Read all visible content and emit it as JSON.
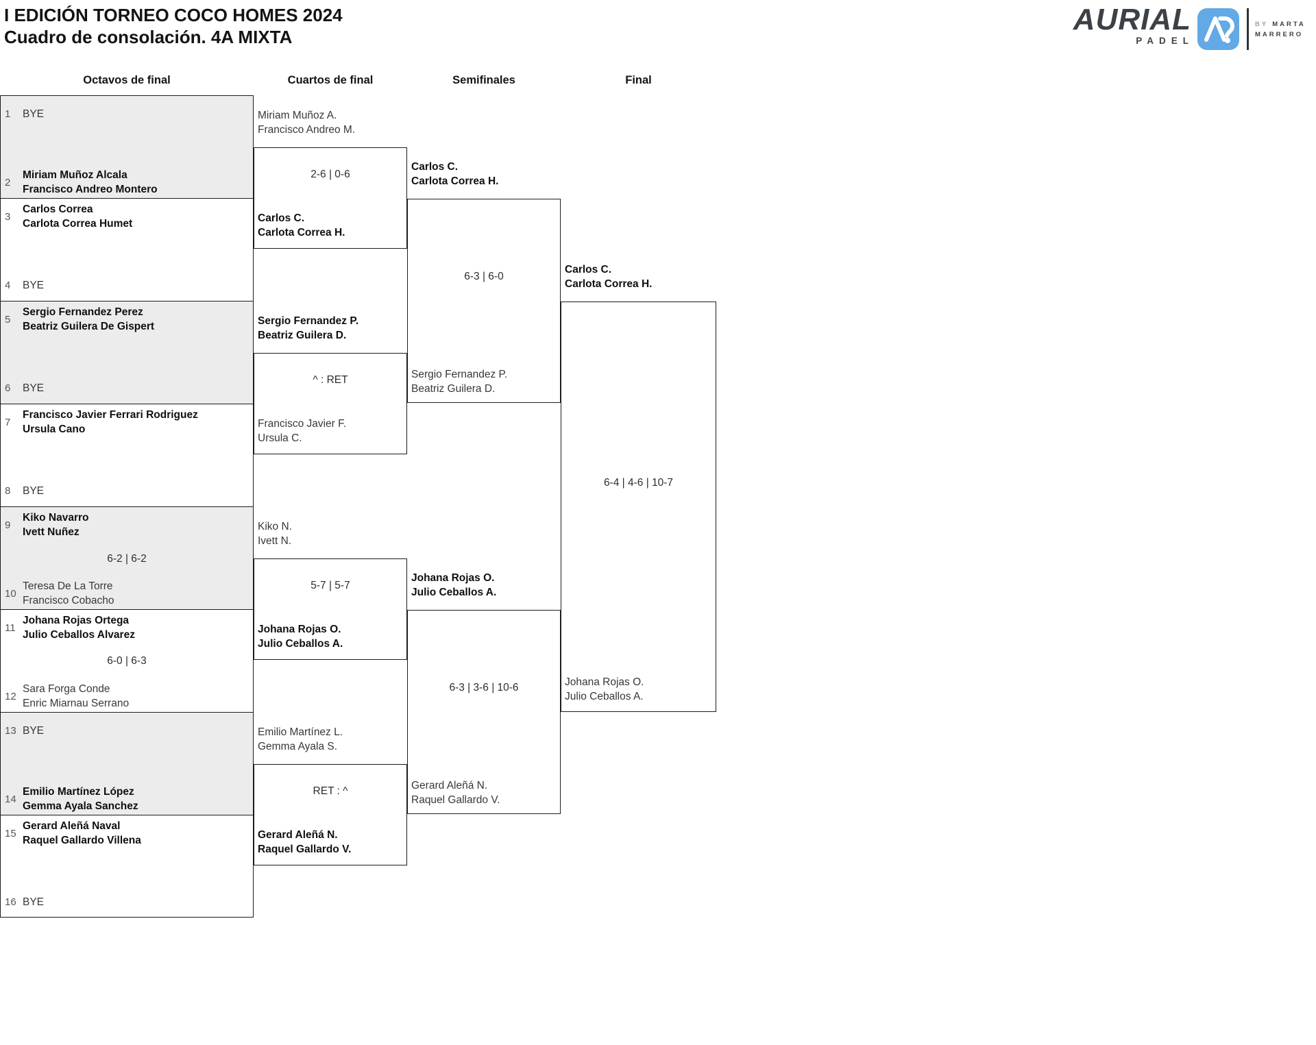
{
  "header": {
    "title": "I EDICIÓN TORNEO COCO HOMES 2024",
    "subtitle": "Cuadro de consolación. 4A MIXTA"
  },
  "logo": {
    "brand": "AURIAL",
    "brand_sub": "PADEL",
    "by": "BY",
    "name1": "MARTA",
    "name2": "MARRERO",
    "accent_color": "#62a9e6"
  },
  "columns": {
    "octavos": "Octavos de final",
    "cuartos": "Cuartos de final",
    "semifinales": "Semifinales",
    "final": "Final"
  },
  "octavos": {
    "slots": [
      {
        "num": "1",
        "line1": "BYE",
        "line2": ""
      },
      {
        "num": "2",
        "line1": "Miriam Muñoz Alcala",
        "line2": "Francisco Andreo Montero"
      },
      {
        "num": "3",
        "line1": "Carlos Correa",
        "line2": "Carlota Correa Humet"
      },
      {
        "num": "4",
        "line1": "BYE",
        "line2": ""
      },
      {
        "num": "5",
        "line1": "Sergio Fernandez Perez",
        "line2": "Beatriz Guilera De Gispert"
      },
      {
        "num": "6",
        "line1": "BYE",
        "line2": ""
      },
      {
        "num": "7",
        "line1": "Francisco Javier Ferrari Rodriguez",
        "line2": "Ursula Cano"
      },
      {
        "num": "8",
        "line1": "BYE",
        "line2": ""
      },
      {
        "num": "9",
        "line1": "Kiko Navarro",
        "line2": "Ivett Nuñez"
      },
      {
        "num": "10",
        "line1": "Teresa De La Torre",
        "line2": "Francisco Cobacho"
      },
      {
        "num": "11",
        "line1": "Johana Rojas Ortega",
        "line2": "Julio Ceballos Alvarez"
      },
      {
        "num": "12",
        "line1": "Sara Forga Conde",
        "line2": "Enric Miarnau Serrano"
      },
      {
        "num": "13",
        "line1": "BYE",
        "line2": ""
      },
      {
        "num": "14",
        "line1": "Emilio Martínez López",
        "line2": "Gemma Ayala Sanchez"
      },
      {
        "num": "15",
        "line1": "Gerard Aleñá Naval",
        "line2": "Raquel Gallardo Villena"
      },
      {
        "num": "16",
        "line1": "BYE",
        "line2": ""
      }
    ],
    "score_9_10": "6-2 | 6-2",
    "score_11_12": "6-0 | 6-3"
  },
  "cuartos": [
    {
      "top1": "Miriam Muñoz A.",
      "top2": "Francisco Andreo M.",
      "score": "2-6 | 0-6",
      "bot1": "Carlos C.",
      "bot2": "Carlota Correa H."
    },
    {
      "top1": "Sergio Fernandez P.",
      "top2": "Beatriz Guilera D.",
      "score": "^ : RET",
      "bot1": "Francisco Javier F.",
      "bot2": "Ursula C."
    },
    {
      "top1": "Kiko N.",
      "top2": "Ivett N.",
      "score": "5-7 | 5-7",
      "bot1": "Johana Rojas O.",
      "bot2": "Julio Ceballos A."
    },
    {
      "top1": "Emilio Martínez L.",
      "top2": "Gemma Ayala S.",
      "score": "RET : ^",
      "bot1": "Gerard Aleñá N.",
      "bot2": "Raquel Gallardo V."
    }
  ],
  "semifinales": [
    {
      "top1": "Carlos C.",
      "top2": "Carlota Correa H.",
      "score": "6-3 | 6-0",
      "bot1": "Sergio Fernandez P.",
      "bot2": "Beatriz Guilera D."
    },
    {
      "top1": "Johana Rojas O.",
      "top2": "Julio Ceballos A.",
      "score": "6-3 | 3-6 | 10-6",
      "bot1": "Gerard Aleñá N.",
      "bot2": "Raquel Gallardo V."
    }
  ],
  "final": {
    "top1": "Carlos C.",
    "top2": "Carlota Correa H.",
    "score": "6-4 | 4-6 | 10-7",
    "bot1": "Johana Rojas O.",
    "bot2": "Julio Ceballos A."
  }
}
